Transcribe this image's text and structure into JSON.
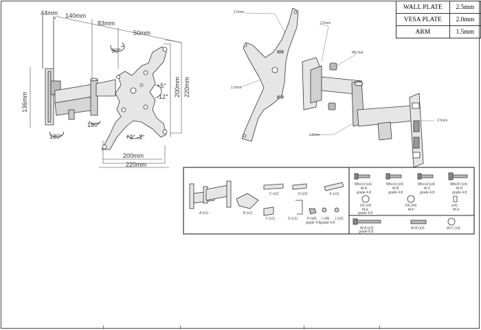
{
  "spec_table": [
    {
      "name": "WALL PLATE",
      "value": "2.5mm"
    },
    {
      "name": "VESA PLATE",
      "value": "2.0mm"
    },
    {
      "name": "ARM",
      "value": "1.5mm"
    }
  ],
  "dimensions": {
    "wall_width": "44mm",
    "arm1": "140mm",
    "arm2": "83mm",
    "vesa_half": "50mm",
    "height_wall": "136mm",
    "vesa_height_inner": "200mm",
    "vesa_height_outer": "220mm",
    "vesa_width_inner": "200mm",
    "vesa_width_outer": "220mm",
    "rotation": "90°",
    "swivel_arm": "180°",
    "swivel_wall": "180°",
    "tilt_up": "+5°",
    "tilt_down": "-12°",
    "level_plus": "+3°",
    "level_minus": "-3°"
  },
  "exploded_labels": {
    "vesa_thickness": "2.0mm",
    "arm_thickness": "2.0mm",
    "nut": "M6 Nut",
    "plate_thickness": "1.5mm",
    "arm_bottom": "1.5mm",
    "wall_plate_thickness": "2.5mm"
  },
  "parts": {
    "A": "A (x1)",
    "B": "B (x1)",
    "C": "C (x2)",
    "D": "D (x2)",
    "E": "E (x1)",
    "F": "F (x1)",
    "G": "G (x1)",
    "H": "H (x8)",
    "H_grade": "grade 4.8",
    "I": "I (x8)",
    "I_grade": "grade 4.8",
    "J": "J (x2)"
  },
  "hardware": {
    "ma": "M6x14 (x4)",
    "ma_code": "M-A",
    "ma_grade": "grade 4.8",
    "mb": "M6x14 (x4)",
    "mb_code": "M-B",
    "mb_grade": "grade 4.8",
    "mc": "M6x14 (x4)",
    "mc_code": "M-C",
    "mc_grade": "grade 4.8",
    "md": "M8x20 (x4)",
    "md_code": "M-D",
    "md_grade": "grade 4.8",
    "me": "D6 (x4)",
    "me_code": "M-E",
    "me_grade": "grade 4.8",
    "mf": "D6 (x4)",
    "mf_code": "M-F",
    "mg": "(x4)",
    "mg_code": "M-G",
    "wa": "W-A (x3)",
    "wa_grade": "grade 8.8",
    "wb": "W-B (x3)",
    "wc": "W-C (x3)"
  },
  "colors": {
    "line": "#333333",
    "part_fill": "#e6e6e6",
    "dark": "#555555"
  }
}
